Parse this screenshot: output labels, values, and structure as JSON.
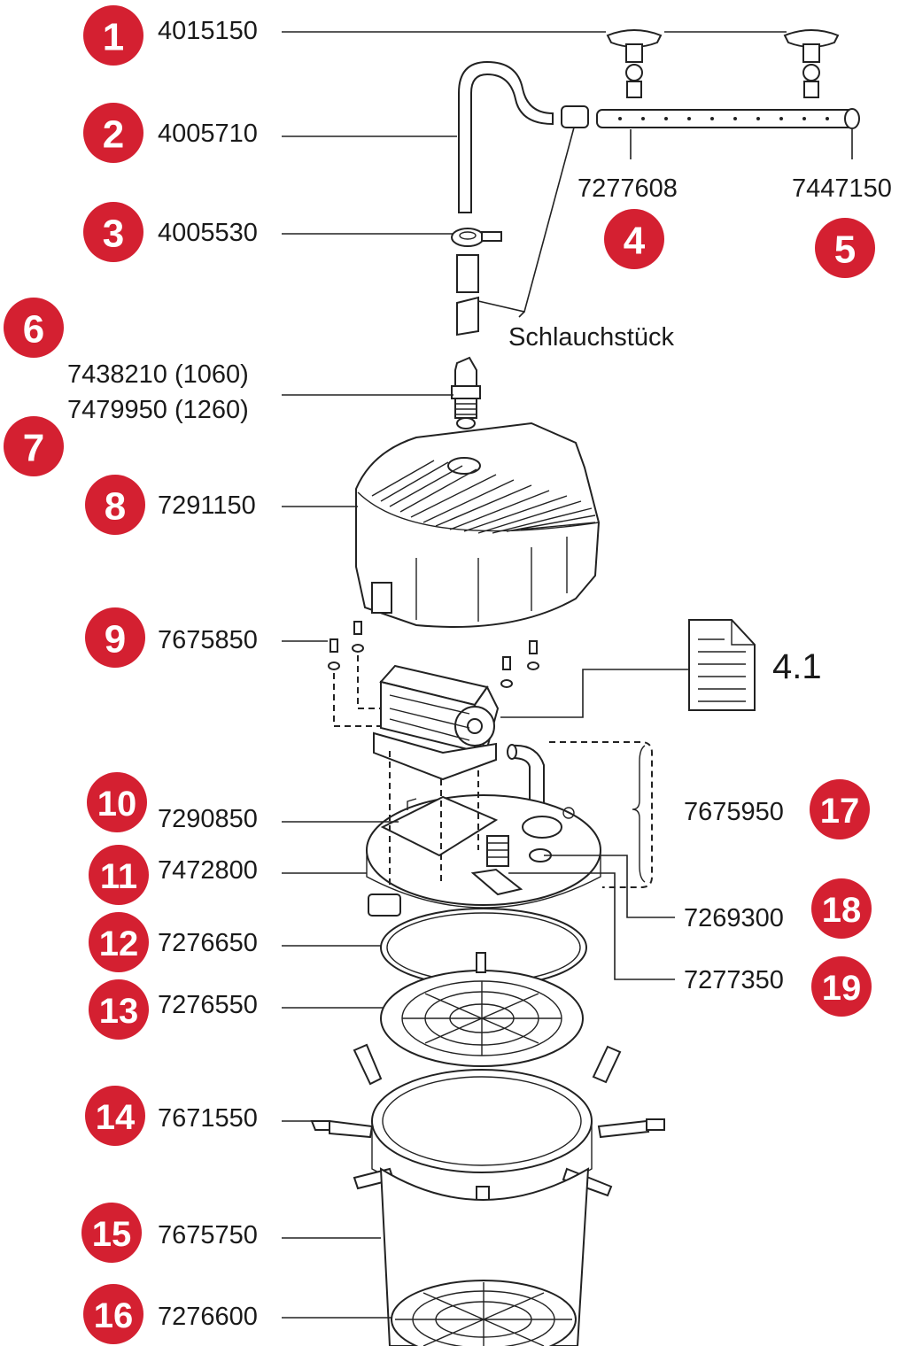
{
  "parts": [
    {
      "num": "1",
      "code": "4015150"
    },
    {
      "num": "2",
      "code": "4005710"
    },
    {
      "num": "3",
      "code": "4005530"
    },
    {
      "num": "4",
      "code": "7277608"
    },
    {
      "num": "5",
      "code": "7447150"
    },
    {
      "num": "6",
      "code": "7438210 (1060)"
    },
    {
      "num": "7",
      "code": "7479950 (1260)"
    },
    {
      "num": "8",
      "code": "7291150"
    },
    {
      "num": "9",
      "code": "7675850"
    },
    {
      "num": "10",
      "code": "7290850"
    },
    {
      "num": "11",
      "code": "7472800"
    },
    {
      "num": "12",
      "code": "7276650"
    },
    {
      "num": "13",
      "code": "7276550"
    },
    {
      "num": "14",
      "code": "7671550"
    },
    {
      "num": "15",
      "code": "7675750"
    },
    {
      "num": "16",
      "code": "7276600"
    },
    {
      "num": "17",
      "code": "7675950"
    },
    {
      "num": "18",
      "code": "7269300"
    },
    {
      "num": "19",
      "code": "7277350"
    }
  ],
  "labels": {
    "hose_piece": "Schlauchstück",
    "doc_ref": "4.1"
  },
  "colors": {
    "badge": "#d42031",
    "line": "#222222"
  },
  "icons": {
    "document": "document-icon"
  }
}
